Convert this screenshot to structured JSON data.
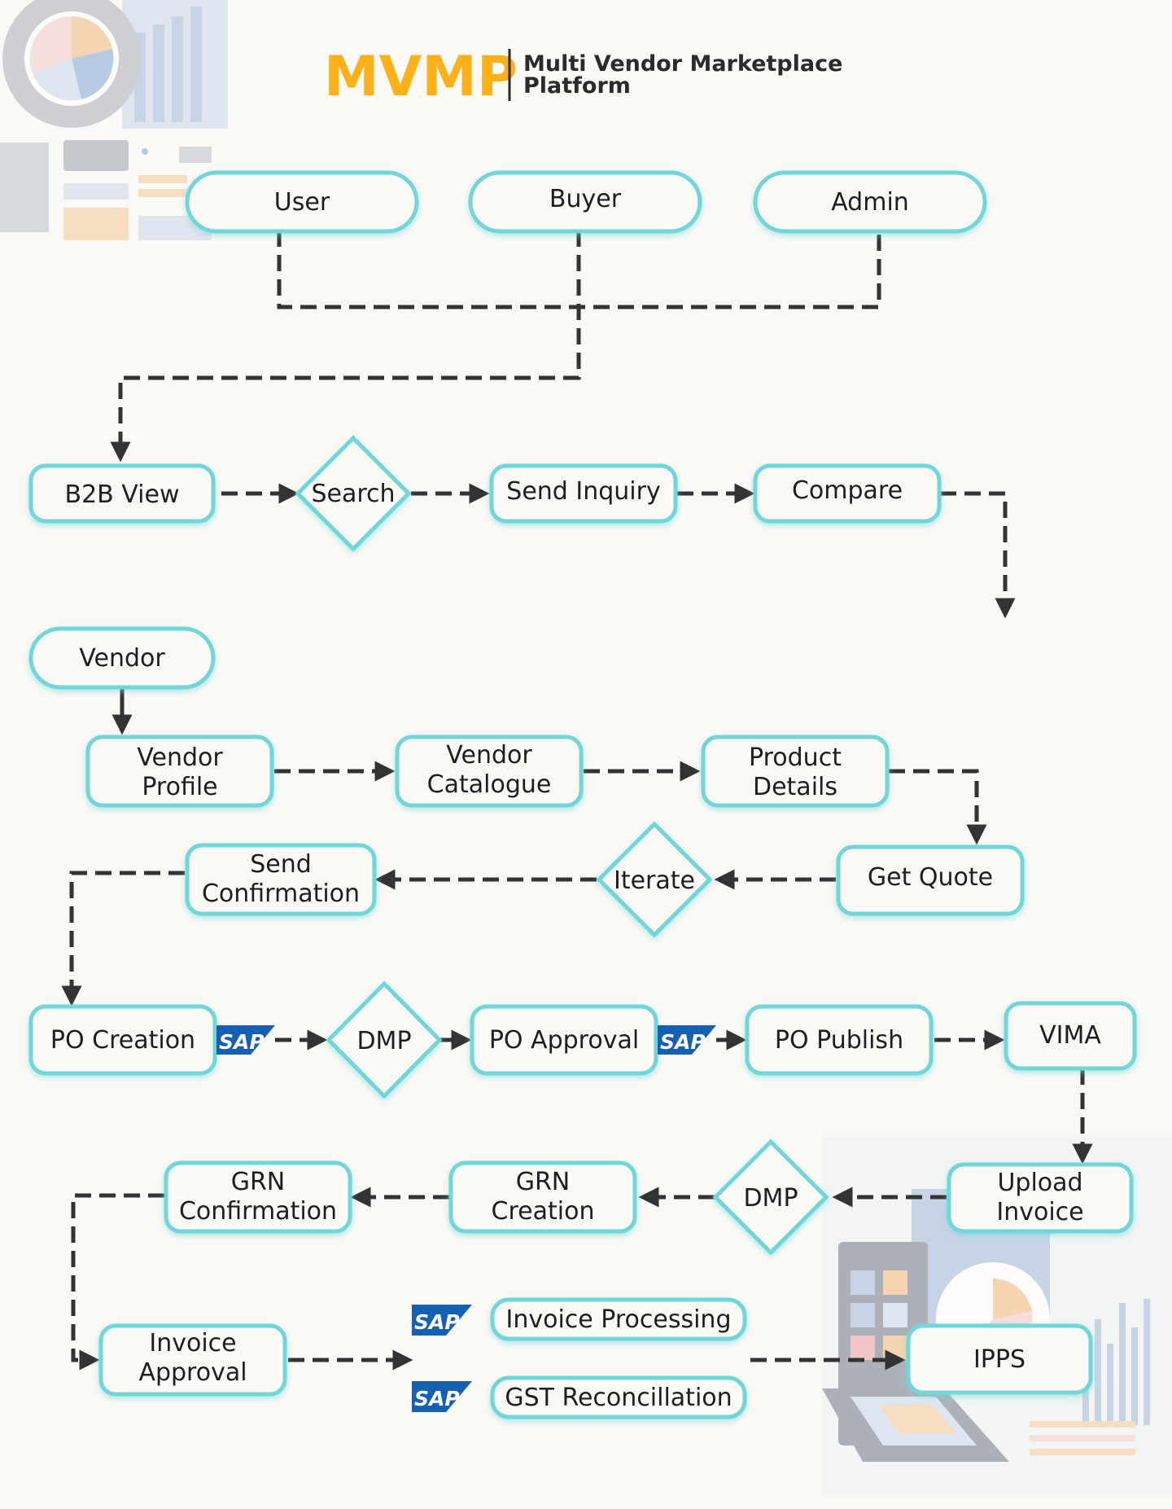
{
  "header": {
    "logo": "MVMP",
    "subtitle_line1": "Multi Vendor Marketplace",
    "subtitle_line2": "Platform"
  },
  "sap_badge": "SAP",
  "colors": {
    "accent": "#fbb117",
    "node_border": "#6fd6d8",
    "node_fill": "#faf9f6",
    "connector": "#333333",
    "sap_blue": "#1560b0"
  },
  "nodes": {
    "user": "User",
    "buyer": "Buyer",
    "admin": "Admin",
    "b2b_view": "B2B View",
    "search": "Search",
    "send_inquiry": "Send Inquiry",
    "compare": "Compare",
    "vendor": "Vendor",
    "vendor_profile": [
      "Vendor",
      "Profile"
    ],
    "vendor_catalogue": [
      "Vendor",
      "Catalogue"
    ],
    "product_details": [
      "Product",
      "Details"
    ],
    "get_quote": "Get Quote",
    "iterate": "Iterate",
    "send_confirmation": [
      "Send",
      "Confirmation"
    ],
    "po_creation": "PO Creation",
    "dmp_1": "DMP",
    "po_approval": "PO Approval",
    "po_publish": "PO Publish",
    "vima": "VIMA",
    "upload_invoice": [
      "Upload",
      "Invoice"
    ],
    "dmp_2": "DMP",
    "grn_creation": [
      "GRN",
      "Creation"
    ],
    "grn_confirmation": [
      "GRN",
      "Confirmation"
    ],
    "invoice_approval": [
      "Invoice",
      "Approval"
    ],
    "invoice_processing": "Invoice Processing",
    "gst_reconcillation": "GST Reconcillation",
    "ipps": "IPPS"
  }
}
